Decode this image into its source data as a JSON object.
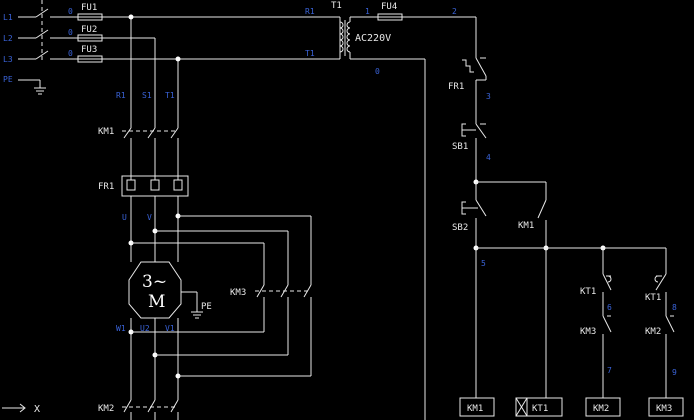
{
  "colors": {
    "background": "#000000",
    "wire": "#e8e8e8",
    "wire_number": "#3a63d8",
    "junction": "#ffffff"
  },
  "mains": {
    "phases": [
      "L1",
      "L2",
      "L3"
    ],
    "earth": "PE"
  },
  "fuses": {
    "fu1": "FU1",
    "fu2": "FU2",
    "fu3": "FU3",
    "fu4": "FU4"
  },
  "transformer": {
    "name": "T1",
    "voltage": "AC220V"
  },
  "main_circuit": {
    "km1": "KM1",
    "fr1": "FR1",
    "km3": "KM3",
    "km2": "KM2",
    "motor": {
      "line1": "3~",
      "line2": "M",
      "earth": "PE"
    },
    "terminals_top": [
      "R1",
      "S1",
      "T1"
    ],
    "terminals_bottom": [
      "W1",
      "U2",
      "V1"
    ]
  },
  "control_circuit": {
    "fr1_contact": "FR1",
    "sb1": "SB1",
    "sb2": "SB2",
    "km1_hold": "KM1",
    "kt1_a": "KT1",
    "kt1_b": "KT1",
    "km3_interlock": "KM3",
    "km2_interlock": "KM2"
  },
  "coils": [
    "KM1",
    "KT1",
    "KM2",
    "KM3"
  ],
  "wire_numbers": {
    "l1": "0",
    "l2": "0",
    "l3": "0",
    "t_in": "R1",
    "t_out1": "T1",
    "t_in2": "1",
    "t_out2": "2",
    "t_bottom": "0",
    "n3": "3",
    "n4": "4",
    "n5": "5",
    "n6": "6",
    "n7": "7",
    "n8": "8",
    "n9": "9"
  },
  "partial_label": "X"
}
